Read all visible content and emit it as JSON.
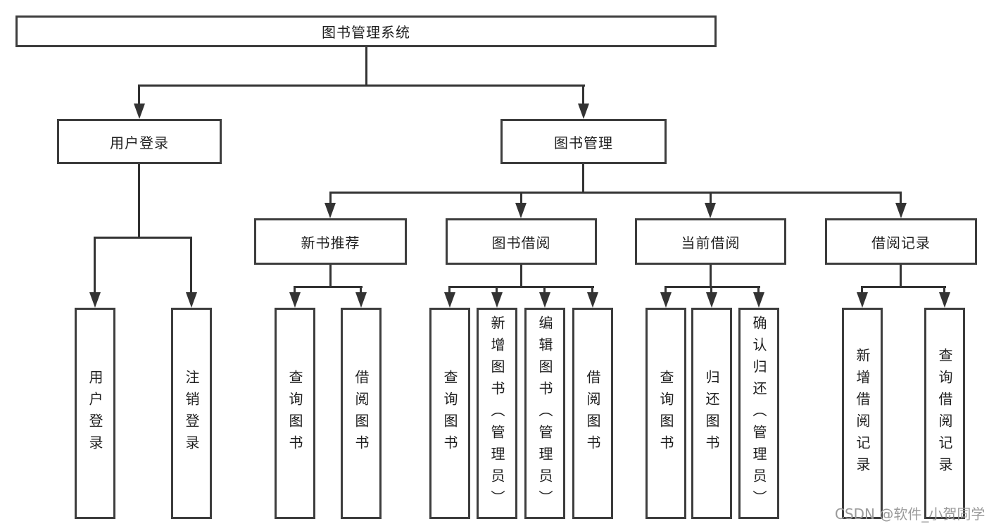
{
  "diagram": {
    "root": {
      "label": "图书管理系统"
    },
    "branches": [
      {
        "label": "用户登录",
        "children": [
          {
            "label": "用户登录"
          },
          {
            "label": "注销登录"
          }
        ]
      },
      {
        "label": "图书管理",
        "children": [
          {
            "label": "新书推荐",
            "children": [
              {
                "label": "查询图书"
              },
              {
                "label": "借阅图书"
              }
            ]
          },
          {
            "label": "图书借阅",
            "children": [
              {
                "label": "查询图书"
              },
              {
                "label": "新增图书（管理员）"
              },
              {
                "label": "编辑图书（管理员）"
              },
              {
                "label": "借阅图书"
              }
            ]
          },
          {
            "label": "当前借阅",
            "children": [
              {
                "label": "查询图书"
              },
              {
                "label": "归还图书"
              },
              {
                "label": "确认归还（管理员）"
              }
            ]
          },
          {
            "label": "借阅记录",
            "children": [
              {
                "label": "新增借阅记录"
              },
              {
                "label": "查询借阅记录"
              }
            ]
          }
        ]
      }
    ]
  },
  "watermark": {
    "text": "CSDN @软件_小贺同学"
  },
  "colors": {
    "background": "#ffffff",
    "box_border": "#3d3d3d",
    "line": "#333333",
    "text": "#1f1f1f",
    "watermark_text": "#9a9a9a"
  }
}
